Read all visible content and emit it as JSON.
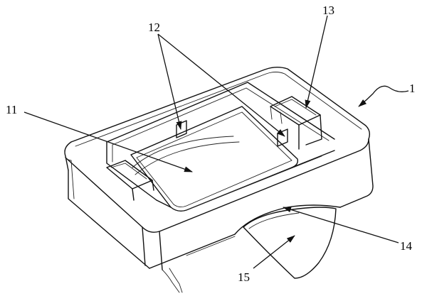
{
  "labels": {
    "l1": "1",
    "l11": "11",
    "l12": "12",
    "l13": "13",
    "l14": "14",
    "l15": "15"
  },
  "colors": {
    "stroke": "#111111",
    "background": "#ffffff"
  }
}
